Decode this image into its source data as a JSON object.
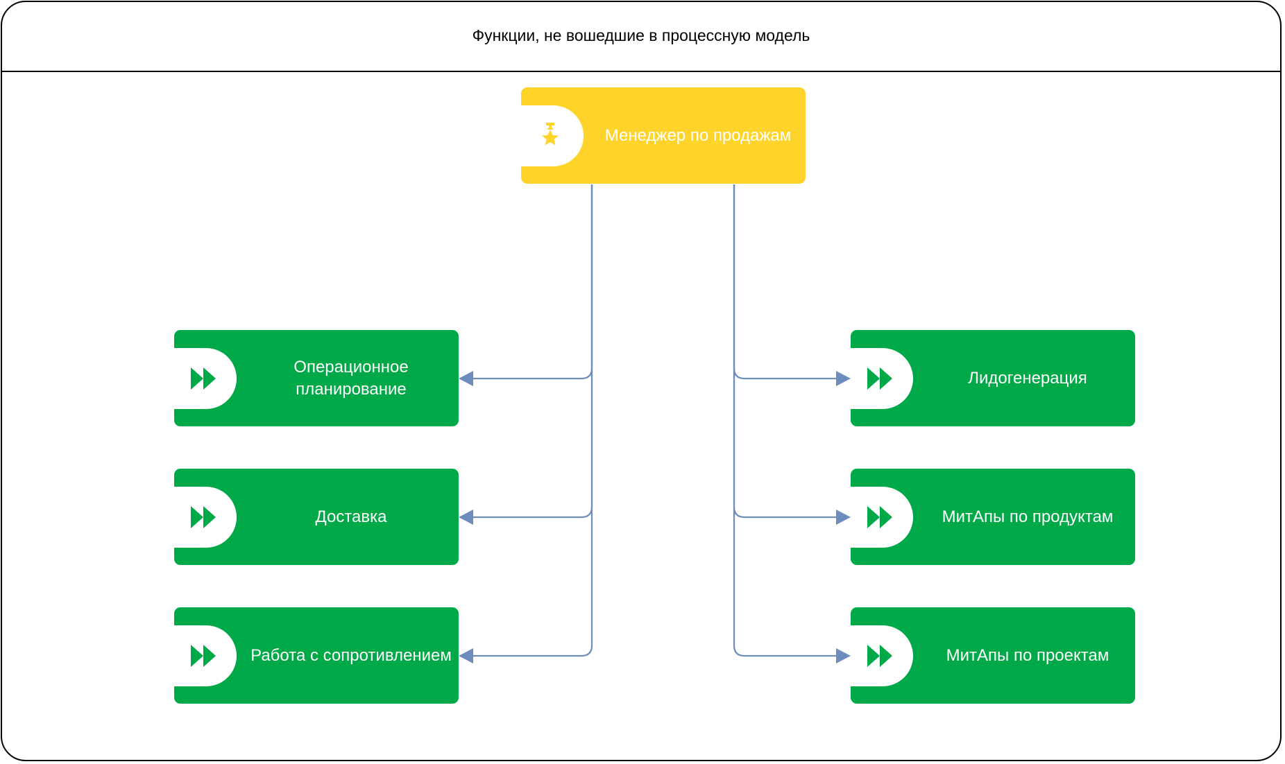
{
  "frame": {
    "title": "Функции, не вошедшие в процессную модель"
  },
  "root": {
    "label": "Менеджер по продажам",
    "icon": "medal-star-icon",
    "color": "#FFD42A"
  },
  "functions_left": [
    {
      "label": "Операционное планирование",
      "icon": "fast-forward-icon"
    },
    {
      "label": "Доставка",
      "icon": "fast-forward-icon"
    },
    {
      "label": "Работа с сопротивлением",
      "icon": "fast-forward-icon"
    }
  ],
  "functions_right": [
    {
      "label": "Лидогенерация",
      "icon": "fast-forward-icon"
    },
    {
      "label": "МитАпы по продуктам",
      "icon": "fast-forward-icon"
    },
    {
      "label": "МитАпы по проектам",
      "icon": "fast-forward-icon"
    }
  ],
  "colors": {
    "function": "#00A947",
    "role": "#FFD42A",
    "connector": "#6C8EBF"
  }
}
